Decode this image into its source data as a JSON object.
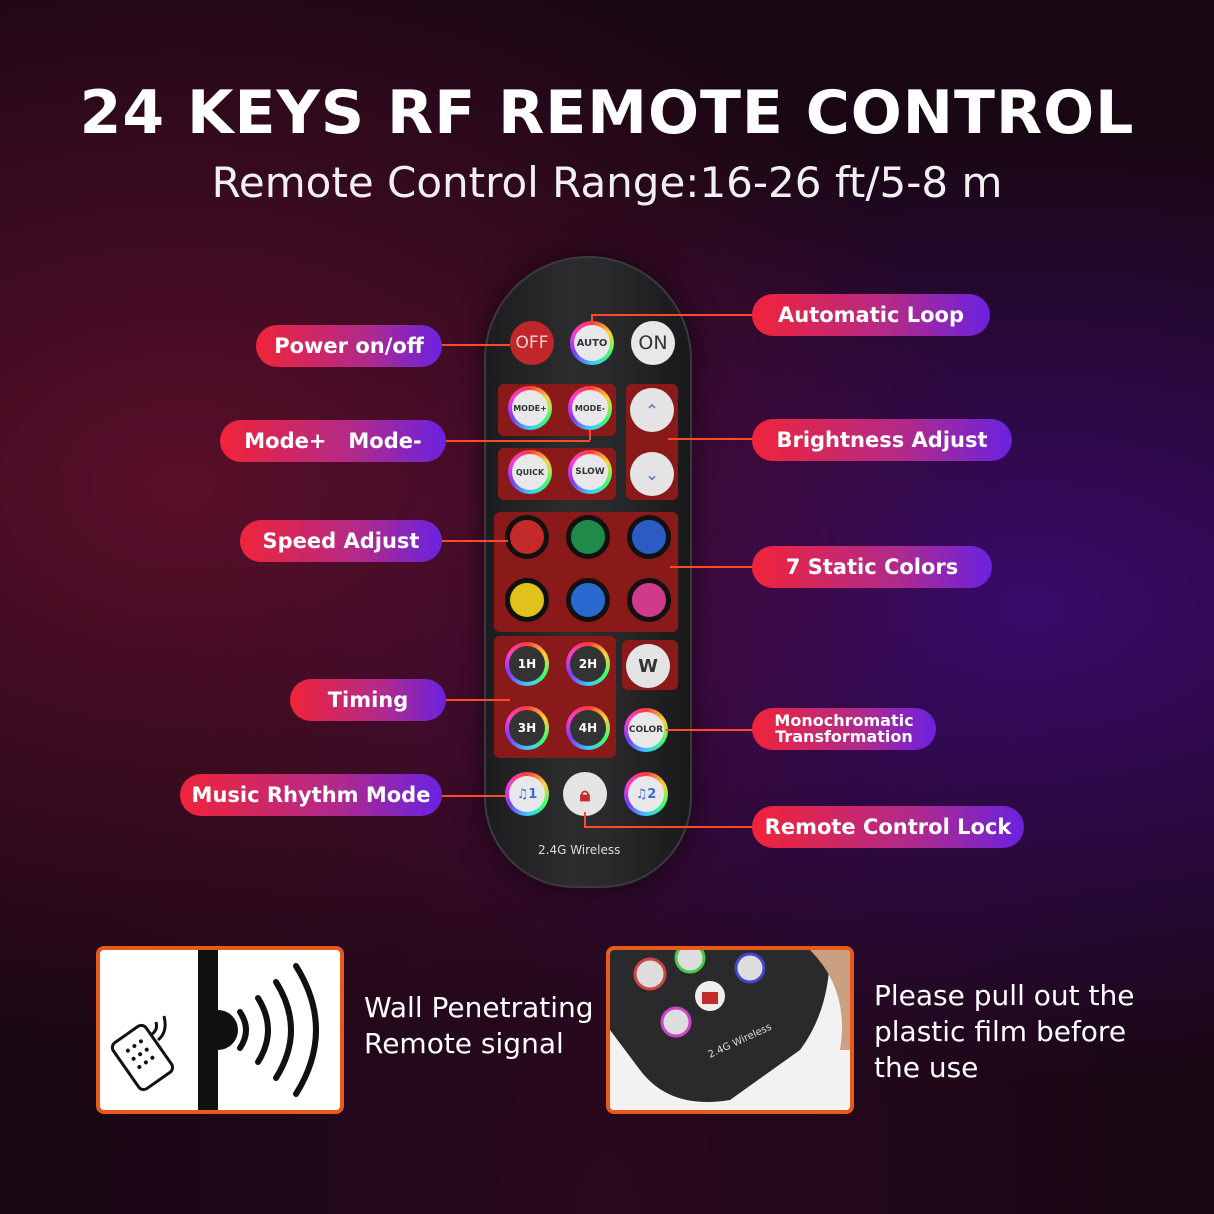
{
  "header": {
    "title": "24 KEYS RF REMOTE CONTROL",
    "subtitle": "Remote Control Range:16-26 ft/5-8 m"
  },
  "labels": {
    "power": "Power on/off",
    "auto_loop": "Automatic Loop",
    "mode": "Mode+   Mode-",
    "brightness": "Brightness Adjust",
    "speed": "Speed Adjust",
    "static_colors": "7 Static Colors",
    "timing": "Timing",
    "mono_line1": "Monochromatic",
    "mono_line2": "Transformation",
    "music": "Music Rhythm Mode",
    "lock": "Remote Control Lock"
  },
  "remote": {
    "off": "OFF",
    "auto": "AUTO",
    "on": "ON",
    "mode_plus": "MODE+",
    "mode_minus": "MODE-",
    "quick": "QUICK",
    "slow": "SLOW",
    "t1": "1H",
    "t2": "2H",
    "t3": "3H",
    "t4": "4H",
    "white": "W",
    "color": "COLOR",
    "music1": "♫1",
    "music2": "♫2",
    "wireless": "2.4G Wireless",
    "static_colors": [
      "#c42a2a",
      "#1f8a4a",
      "#2a5cc4",
      "#e0c21a",
      "#2a6ad0",
      "#d03a8a"
    ]
  },
  "features": {
    "wall": "Wall Penetrating\nRemote signal",
    "film": "Please pull out the\nplastic film before\nthe use"
  },
  "colors": {
    "accent": "#ff4a2a",
    "pill_start": "#f0243a",
    "pill_end": "#6a22e0"
  }
}
